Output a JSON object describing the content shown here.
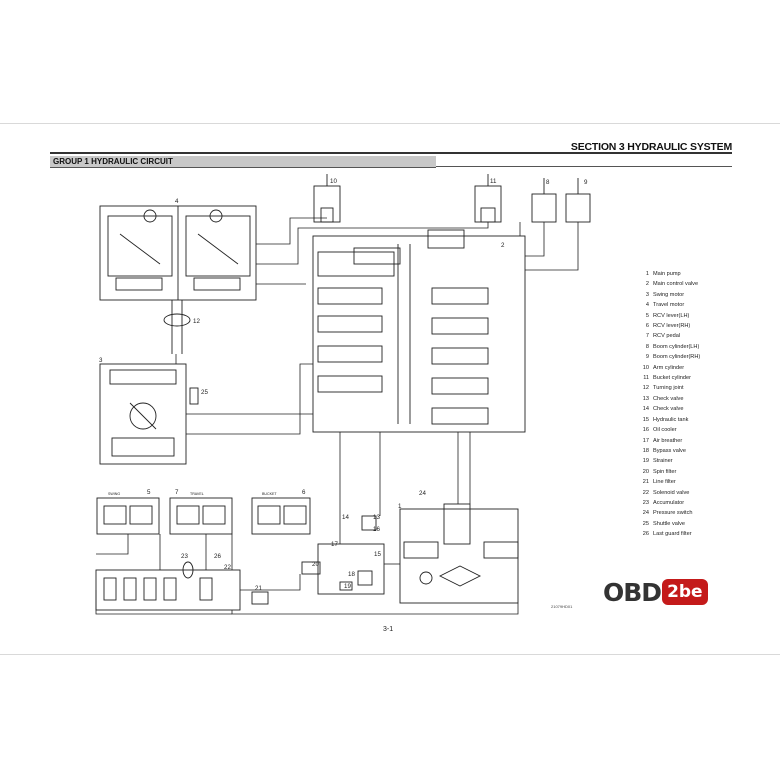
{
  "header": {
    "section": "SECTION 3 HYDRAULIC SYSTEM",
    "group": "GROUP 1 HYDRAULIC CIRCUIT"
  },
  "diagram": {
    "component_numbers": [
      "1",
      "2",
      "3",
      "4",
      "5",
      "6",
      "7",
      "8",
      "9",
      "10",
      "11",
      "12",
      "13",
      "14",
      "15",
      "16",
      "17",
      "18",
      "19",
      "20",
      "21",
      "22",
      "23",
      "24",
      "25",
      "26"
    ],
    "pedal_labels": [
      "SWING",
      "TRAVEL",
      "BUCKET"
    ],
    "joint_label": "12"
  },
  "legend": [
    {
      "num": "1",
      "name": "Main pump"
    },
    {
      "num": "2",
      "name": "Main control valve"
    },
    {
      "num": "3",
      "name": "Swing motor"
    },
    {
      "num": "4",
      "name": "Travel motor"
    },
    {
      "num": "5",
      "name": "RCV lever(LH)"
    },
    {
      "num": "6",
      "name": "RCV lever(RH)"
    },
    {
      "num": "7",
      "name": "RCV pedal"
    },
    {
      "num": "8",
      "name": "Boom cylinder(LH)"
    },
    {
      "num": "9",
      "name": "Boom cylinder(RH)"
    },
    {
      "num": "10",
      "name": "Arm cylinder"
    },
    {
      "num": "11",
      "name": "Bucket cylinder"
    },
    {
      "num": "12",
      "name": "Turning joint"
    },
    {
      "num": "13",
      "name": "Check valve"
    },
    {
      "num": "14",
      "name": "Check valve"
    },
    {
      "num": "15",
      "name": "Hydraulic tank"
    },
    {
      "num": "16",
      "name": "Oil cooler"
    },
    {
      "num": "17",
      "name": "Air breather"
    },
    {
      "num": "18",
      "name": "Bypass valve"
    },
    {
      "num": "19",
      "name": "Strainer"
    },
    {
      "num": "20",
      "name": "Spin filter"
    },
    {
      "num": "21",
      "name": "Line filter"
    },
    {
      "num": "22",
      "name": "Solenoid valve"
    },
    {
      "num": "23",
      "name": "Accumulator"
    },
    {
      "num": "24",
      "name": "Pressure switch"
    },
    {
      "num": "25",
      "name": "Shuttle valve"
    },
    {
      "num": "26",
      "name": "Last guard filter"
    }
  ],
  "footer": {
    "page_number": "3-1",
    "doc_code": "21079HD01"
  },
  "watermark": {
    "part1": "OBD",
    "part2": "2be",
    "accent": "#c41a1a"
  }
}
